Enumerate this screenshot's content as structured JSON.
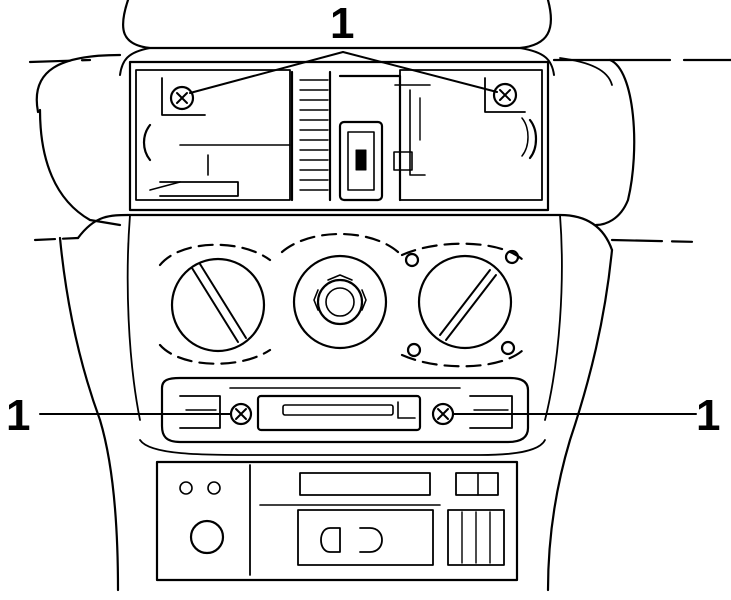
{
  "diagram": {
    "callouts": [
      {
        "id": "top",
        "label": "1"
      },
      {
        "id": "left",
        "label": "1"
      },
      {
        "id": "right",
        "label": "1"
      }
    ],
    "colors": {
      "ink": "#000000",
      "paper": "#ffffff"
    }
  }
}
